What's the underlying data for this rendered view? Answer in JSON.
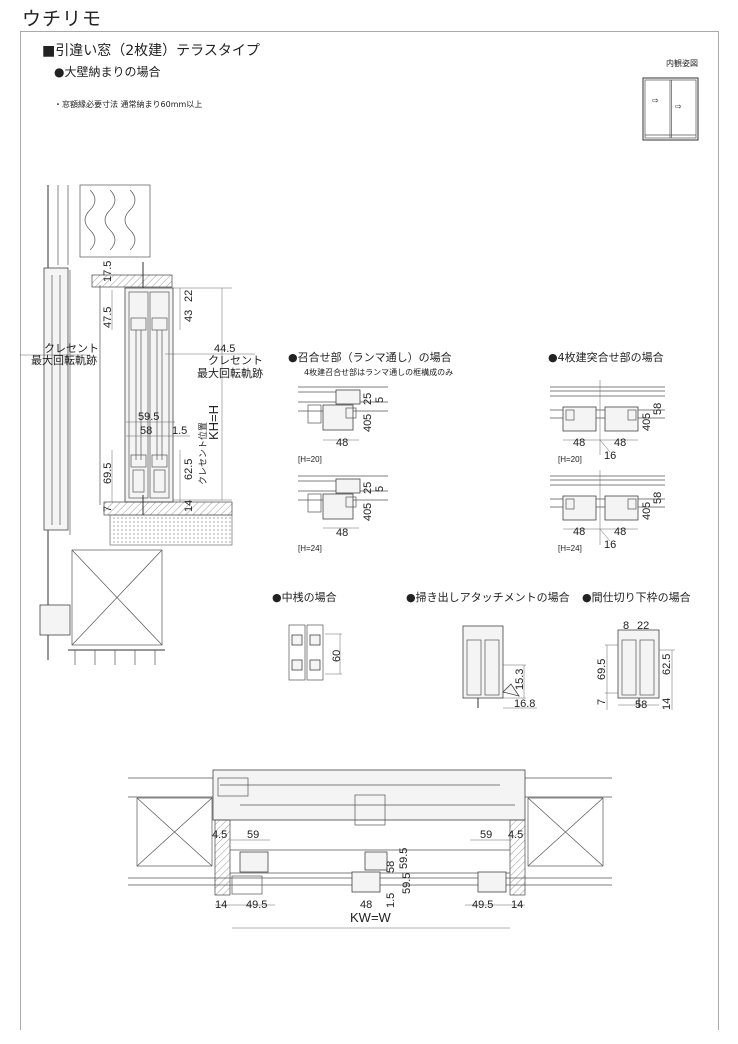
{
  "brand": "ウチリモ",
  "heading": "■引違い窓（2枚建）テラスタイプ",
  "subheading": "●大壁納まりの場合",
  "note": "・窓額縁必要寸法 通常納まり60mm以上",
  "interior_view": {
    "label": "内観姿図",
    "arrow_icon": "arrow-right-icon"
  },
  "main_section": {
    "dims": {
      "d17_5": "17.5",
      "d22": "22",
      "d43": "43",
      "d47_5": "47.5",
      "d44_5": "44.5",
      "d59_5": "59.5",
      "d58": "58",
      "d1_5": "1.5",
      "d69_5": "69.5",
      "d62_5": "62.5",
      "d7": "7",
      "d14": "14",
      "kh": "KH=H"
    },
    "crescent_left": [
      "クレセント",
      "最大回転軌跡"
    ],
    "crescent_right": [
      "クレセント",
      "最大回転軌跡"
    ],
    "crescent_position": "クレセント位置"
  },
  "meeting_rail": {
    "title": "●召合せ部（ランマ通し）の場合",
    "subtitle": "4枚建召合せ部はランマ通しの框構成のみ",
    "variants": [
      {
        "label": "[H=20]",
        "d25": "25",
        "d5a": "5",
        "d5b": "5",
        "d40": "40",
        "d48": "48"
      },
      {
        "label": "[H=24]",
        "d25": "25",
        "d5a": "5",
        "d5b": "5",
        "d40": "40",
        "d48": "48"
      }
    ]
  },
  "four_panel": {
    "title": "●4枚建突合せ部の場合",
    "variants": [
      {
        "label": "[H=20]",
        "d58": "58",
        "d5": "5",
        "d40": "40",
        "d48a": "48",
        "d48b": "48",
        "d16": "16"
      },
      {
        "label": "[H=24]",
        "d58": "58",
        "d5": "5",
        "d40": "40",
        "d48a": "48",
        "d48b": "48",
        "d16": "16"
      }
    ]
  },
  "mullion": {
    "title": "●中桟の場合",
    "d60": "60"
  },
  "sweep": {
    "title": "●掃き出しアタッチメントの場合",
    "d15_3": "15.3",
    "d16_8": "16.8"
  },
  "partition": {
    "title": "●間仕切り下枠の場合",
    "d8": "8",
    "d22": "22",
    "d69_5": "69.5",
    "d62_5": "62.5",
    "d7": "7",
    "d58": "58",
    "d14": "14"
  },
  "plan": {
    "d4_5l": "4.5",
    "d59l": "59",
    "d59r": "59",
    "d4_5r": "4.5",
    "d14l": "14",
    "d49_5l": "49.5",
    "d48": "48",
    "d1_5": "1.5",
    "d58": "58",
    "d59_5a": "59.5",
    "d59_5b": "59.5",
    "d49_5r": "49.5",
    "d14r": "14",
    "kw": "KW=W"
  }
}
